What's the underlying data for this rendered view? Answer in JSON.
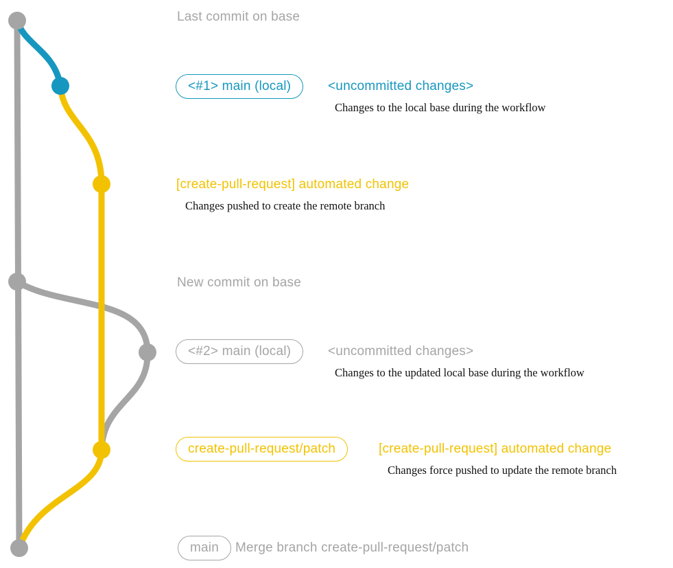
{
  "colors": {
    "gray": "#a5a5a5",
    "blue": "#1697bf",
    "yellow": "#f2c200",
    "text": "#111111"
  },
  "labels": {
    "last_commit": "Last commit on base",
    "branch1_badge": "<#1> main (local)",
    "branch1_status": "<uncommitted changes>",
    "branch1_desc": "Changes to the local base during the workflow",
    "push1_title": "[create-pull-request] automated change",
    "push1_desc": "Changes pushed to create the remote branch",
    "new_commit": "New commit on base",
    "branch2_badge": "<#2> main (local)",
    "branch2_status": "<uncommitted changes>",
    "branch2_desc": "Changes to the updated local base during the workflow",
    "patch_badge": "create-pull-request/patch",
    "push2_title": "[create-pull-request] automated change",
    "push2_desc": "Changes force pushed to update the remote branch",
    "main_badge": "main",
    "merge_text": "Merge branch create-pull-request/patch"
  },
  "graph": {
    "nodes": [
      {
        "name": "base-top",
        "color": "gray"
      },
      {
        "name": "local-1",
        "color": "blue"
      },
      {
        "name": "pr-1",
        "color": "yellow"
      },
      {
        "name": "base-new",
        "color": "gray"
      },
      {
        "name": "local-2",
        "color": "gray"
      },
      {
        "name": "pr-2",
        "color": "yellow"
      },
      {
        "name": "merge",
        "color": "gray"
      }
    ]
  }
}
